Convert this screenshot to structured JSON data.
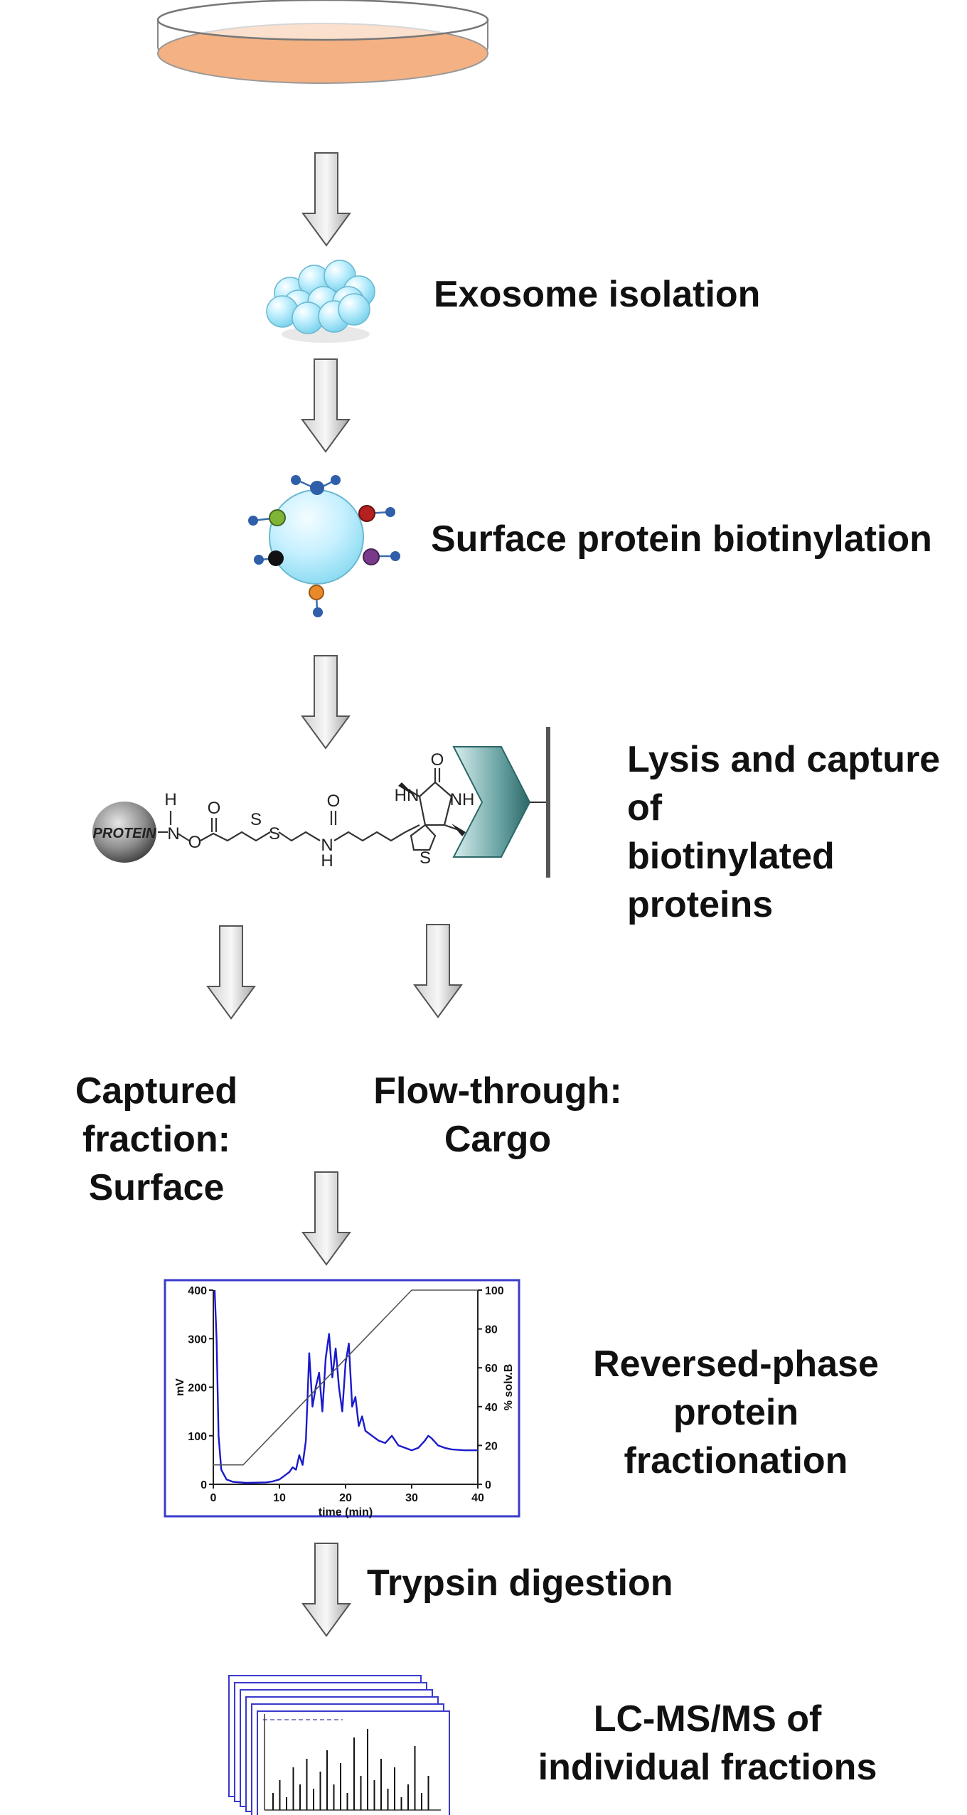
{
  "steps": {
    "exosome_isolation": "Exosome isolation",
    "surface_biotinylation": "Surface protein biotinylation",
    "lysis_capture_line1": "Lysis and capture of",
    "lysis_capture_line2": "biotinylated",
    "lysis_capture_line3": "proteins",
    "captured_line1": "Captured fraction:",
    "captured_line2": "Surface",
    "flowthrough_line1": "Flow-through:",
    "flowthrough_line2": "Cargo",
    "rp_line1": "Reversed-phase",
    "rp_line2": "protein",
    "rp_line3": "fractionation",
    "trypsin": "Trypsin digestion",
    "lcms_line1": "LC-MS/MS of",
    "lcms_line2": "individual fractions"
  },
  "chemical_structure": {
    "protein_label": "PROTEIN",
    "atom_h": "H",
    "atom_n1": "N",
    "atom_o1": "O",
    "atom_o2": "O",
    "atom_s1": "S",
    "atom_s2": "S",
    "atom_h2": "H",
    "atom_n2": "N",
    "atom_o3": "O",
    "atom_hn": "HN",
    "atom_o4": "O",
    "atom_nh": "NH",
    "atom_s3": "S"
  },
  "chart_data": {
    "type": "line",
    "xlabel": "time (min)",
    "ylabel": "mV",
    "y2label": "% solv.B",
    "xlim": [
      0,
      40
    ],
    "ylim": [
      0,
      400
    ],
    "y2lim": [
      0,
      100
    ],
    "x_ticks": [
      "0",
      "10",
      "20",
      "30",
      "40"
    ],
    "y_ticks": [
      "0",
      "100",
      "200",
      "300",
      "400"
    ],
    "y2_ticks": [
      "0",
      "20",
      "40",
      "60",
      "80",
      "100"
    ],
    "series": [
      {
        "axis": "left",
        "color": "#1a1acc",
        "x": [
          0.2,
          0.5,
          0.8,
          1.2,
          2,
          3,
          5,
          8,
          9,
          10,
          11,
          11.5,
          12,
          12.5,
          13,
          13.5,
          14,
          14.5,
          15,
          15.5,
          16,
          16.5,
          17,
          17.5,
          18,
          18.5,
          19,
          19.5,
          20,
          20.5,
          21,
          21.5,
          22,
          22.5,
          23,
          24,
          25,
          26,
          27,
          28,
          29,
          30,
          31,
          32,
          32.5,
          33,
          34,
          35,
          36,
          38,
          40
        ],
        "y": [
          400,
          300,
          100,
          30,
          10,
          5,
          3,
          4,
          6,
          10,
          20,
          25,
          35,
          30,
          60,
          40,
          90,
          270,
          160,
          200,
          230,
          150,
          260,
          310,
          220,
          280,
          200,
          150,
          250,
          290,
          160,
          180,
          120,
          140,
          110,
          100,
          90,
          85,
          100,
          80,
          75,
          70,
          75,
          90,
          100,
          95,
          80,
          75,
          72,
          70,
          70
        ]
      },
      {
        "axis": "right",
        "color": "#555555",
        "x": [
          0,
          4.5,
          30,
          40
        ],
        "y": [
          10,
          10,
          100,
          100
        ]
      }
    ]
  },
  "colors": {
    "arrow_fill_light": "#f2f2f2",
    "arrow_fill_dark": "#a6a6a6",
    "dish_fill": "#f4b183",
    "exosome_fill": "#bfefff",
    "chart_border": "#3a3acc",
    "trace_blue": "#1a1acc"
  }
}
